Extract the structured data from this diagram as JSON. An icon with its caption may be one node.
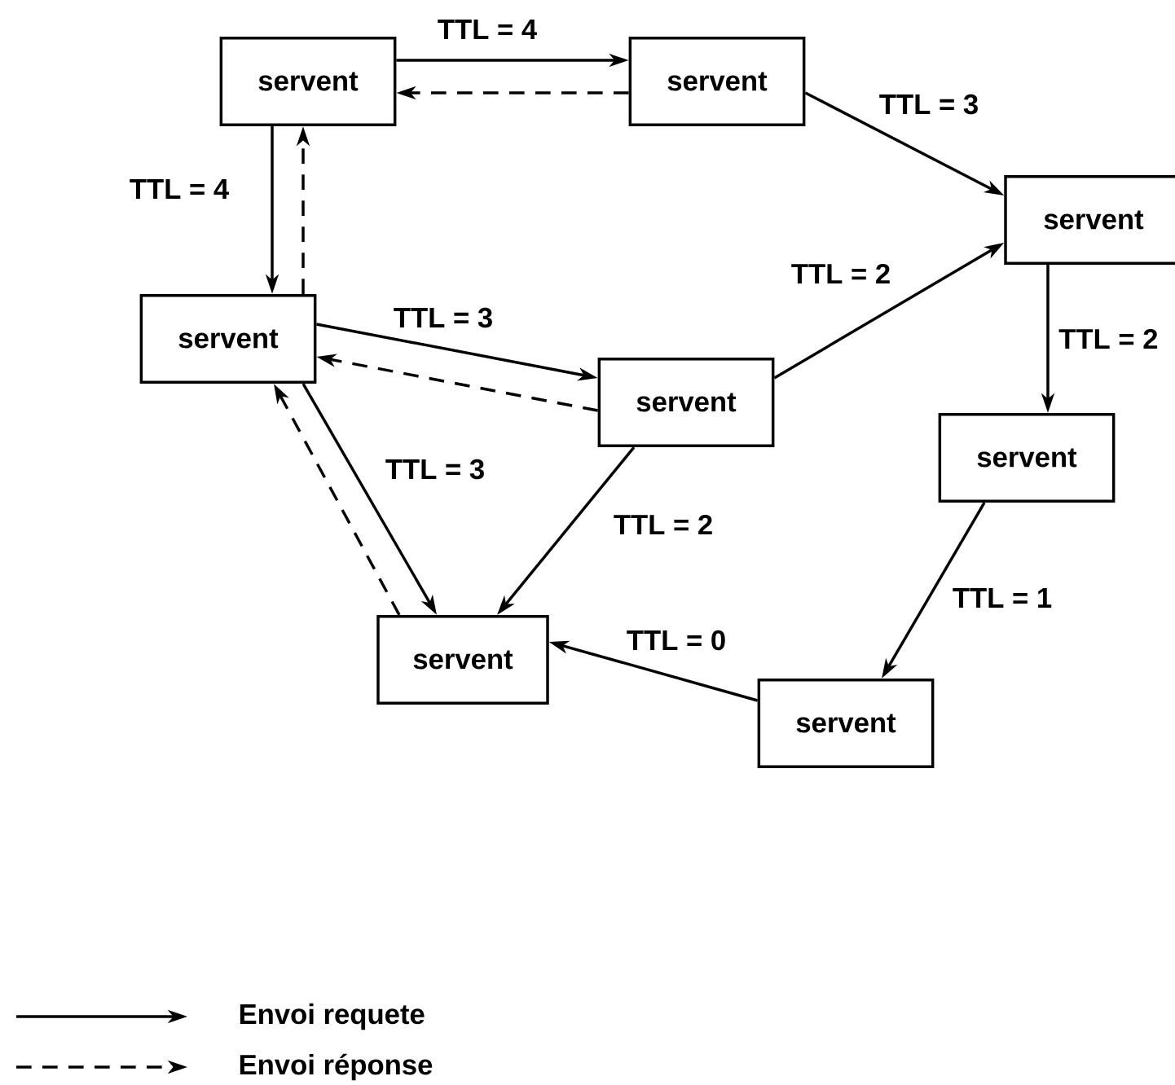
{
  "diagram": {
    "nodes": [
      {
        "text": [
          "servent"
        ]
      },
      {
        "text": [
          "servent"
        ]
      },
      {
        "text": [
          "servent"
        ]
      },
      {
        "text": [
          "servent"
        ]
      },
      {
        "text": [
          "servent"
        ]
      },
      {
        "text": [
          "servent"
        ]
      },
      {
        "text": [
          "servent"
        ]
      },
      {
        "text": [
          "servent"
        ]
      }
    ],
    "edges": [
      {
        "from": 0,
        "to": 1,
        "arrow": "to",
        "label": "TTL = 4"
      },
      {
        "from": 1,
        "to": 0,
        "arrow": "to",
        "style": "dashed"
      },
      {
        "from": 1,
        "to": 2,
        "arrow": "to",
        "label": "TTL = 3"
      },
      {
        "from": 0,
        "to": 3,
        "arrow": "to",
        "label": "TTL = 4"
      },
      {
        "from": 3,
        "to": 0,
        "arrow": "to",
        "style": "dashed"
      },
      {
        "from": 3,
        "to": 4,
        "arrow": "to",
        "label": "TTL = 3"
      },
      {
        "from": 4,
        "to": 3,
        "arrow": "to",
        "style": "dashed"
      },
      {
        "from": 4,
        "to": 2,
        "arrow": "to",
        "label": "TTL = 2"
      },
      {
        "from": 2,
        "to": 5,
        "arrow": "to",
        "label": "TTL = 2"
      },
      {
        "from": 3,
        "to": 6,
        "arrow": "to",
        "label": "TTL = 3"
      },
      {
        "from": 6,
        "to": 3,
        "arrow": "to",
        "style": "dashed"
      },
      {
        "from": 4,
        "to": 6,
        "arrow": "to",
        "label": "TTL = 2"
      },
      {
        "from": 5,
        "to": 7,
        "arrow": "to",
        "label": "TTL = 1"
      },
      {
        "from": 7,
        "to": 6,
        "arrow": "to",
        "label": "TTL = 0"
      }
    ],
    "legend": [
      {
        "text": "Envoi requete"
      },
      {
        "text": "Envoi réponse"
      }
    ]
  }
}
